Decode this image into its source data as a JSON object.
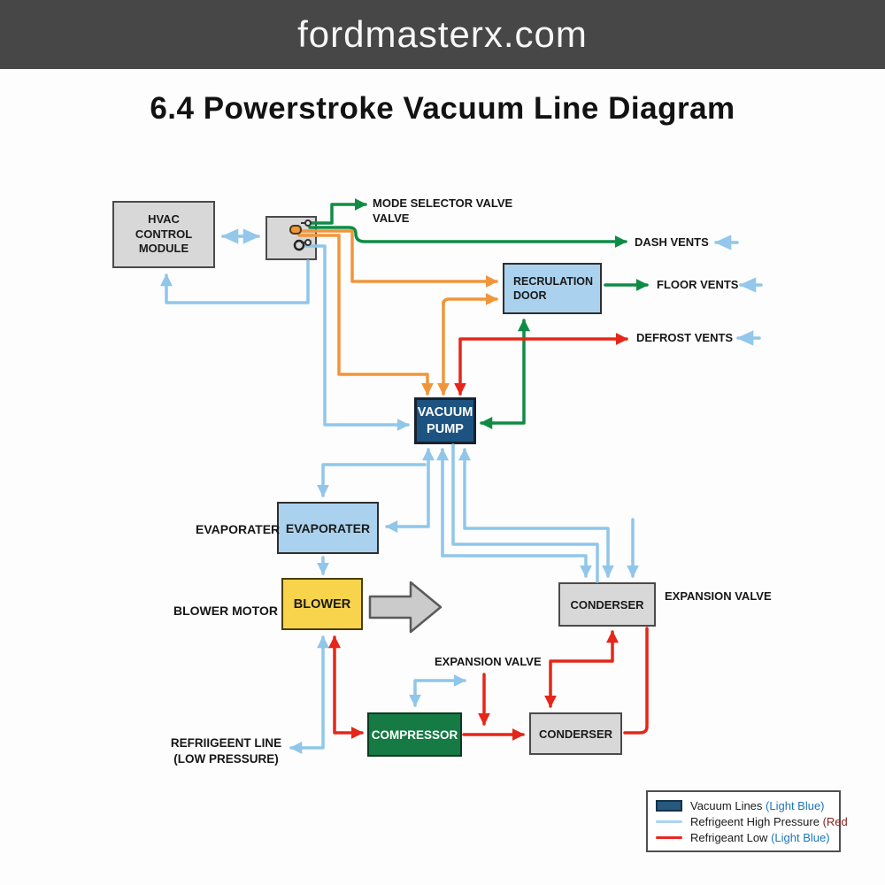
{
  "banner": {
    "site": "fordmasterx.com"
  },
  "title": "6.4 Powerstroke Vacuum Line Diagram",
  "boxes": {
    "hvac": "HVAC\nCONTROL\nMODULE",
    "recirculation_door": "RECRULATION\nDOOR",
    "vacuum_pump": "VACUUM\nPUMP",
    "evaporator": "EVAPORATER",
    "blower": "BLOWER",
    "condenser_upper": "CONDERSER",
    "compressor": "COMPRESSOR",
    "condenser_lower": "CONDERSER"
  },
  "labels": {
    "mode_selector": "MODE SELECTOR VALVE\nVALVE",
    "dash_vents": "DASH VENTS",
    "floor_vents": "FLOOR VENTS",
    "defrost_vents": "DEFROST VENTS",
    "evaporator": "EVAPORATER",
    "blower_motor": "BLOWER MOTOR",
    "expansion_valve_right": "EXPANSION VALVE",
    "expansion_valve_lower": "EXPANSION VALVE",
    "refrigerant_line": "REFRIIGEENT LINE\n(LOW PRESSURE)"
  },
  "legend": {
    "items": [
      {
        "label": "Vacuum Lines ",
        "paren": "(Light Blue)",
        "tone": "blue"
      },
      {
        "label": "Refrigeent High Pressure ",
        "paren": "(Red",
        "tone": "red"
      },
      {
        "label": "Refrigeant Low ",
        "paren": "(Light Blue)",
        "tone": "blue"
      }
    ]
  },
  "colors": {
    "banner_bg": "#474747",
    "vacuum_line_blue": "#90c6ea",
    "refrigerant_red": "#e52619",
    "vacuum_green": "#0e8c45",
    "vacuum_orange": "#f1953b",
    "pump_navy": "#1d5380",
    "blower_yellow": "#f7d44b",
    "compressor_green": "#157a43",
    "box_gray": "#d8d8d8",
    "box_light_blue": "#aad2ee",
    "legend_blue_text": "#1b75bc",
    "legend_red_text": "#8b2020"
  }
}
